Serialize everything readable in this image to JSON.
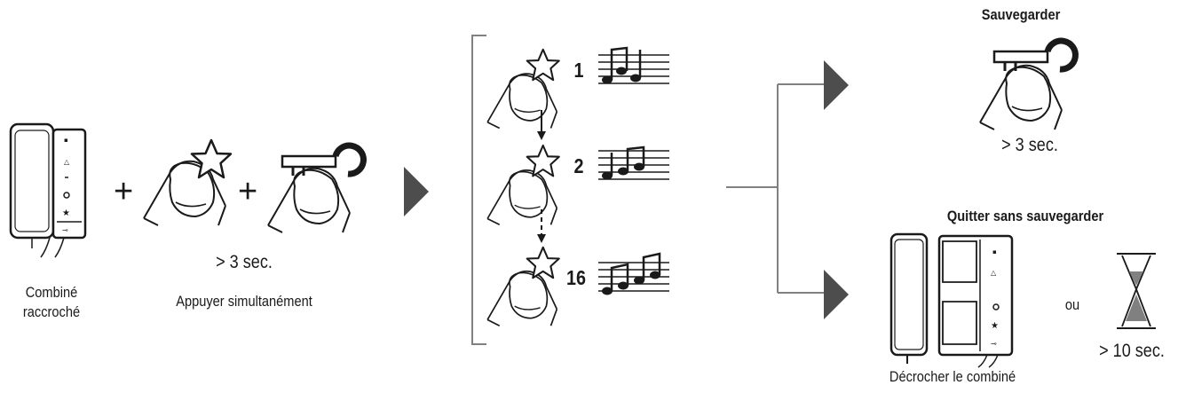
{
  "labels": {
    "handset_hung_up": [
      "Combiné",
      "raccroché"
    ],
    "press_simultaneously": "Appuyer simultanément",
    "hold_time_main": "> 3 sec.",
    "save_title": "Sauvegarder",
    "hold_time_save": "> 3 sec.",
    "quit_title": "Quitter sans sauvegarder",
    "or": "ou",
    "pick_up_handset": "Décrocher le combiné",
    "timeout": "> 10 sec."
  },
  "plus_signs": [
    "+",
    "+"
  ],
  "melodies": [
    {
      "number": "1"
    },
    {
      "number": "2"
    },
    {
      "number": "16"
    }
  ],
  "icons": [
    "intercom-handset-icon",
    "finger-star-icon",
    "finger-key-icon",
    "arrow-right-icon",
    "music-notes-icon",
    "hourglass-icon"
  ],
  "colors": {
    "line": "#1a1a1a",
    "arrow": "#4d4d4d",
    "gray_line": "#808080"
  }
}
